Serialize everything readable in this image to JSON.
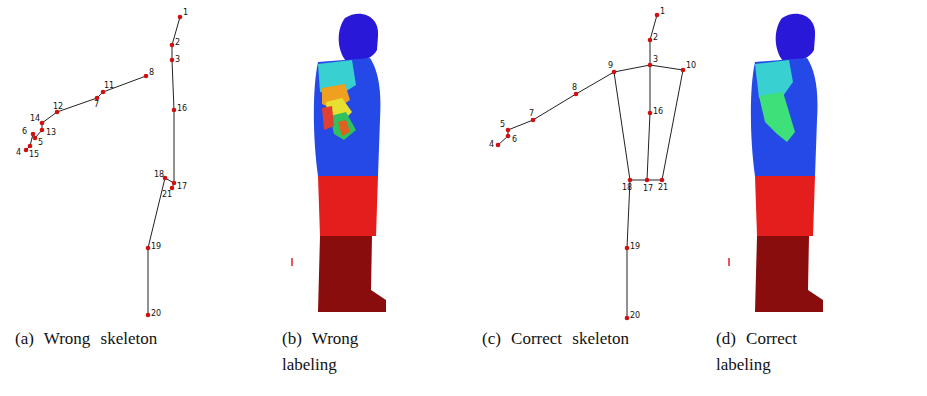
{
  "diagram": {
    "labels": [
      "1",
      "2",
      "3",
      "8",
      "11",
      "7",
      "12",
      "14",
      "13",
      "6",
      "5",
      "4",
      "15",
      "16",
      "18",
      "17",
      "21",
      "19",
      "20",
      "(a) Wrong skeleton",
      "(b) Wrong labeling",
      "1",
      "2",
      "3",
      "9",
      "10",
      "8",
      "7",
      "5",
      "6",
      "4",
      "16",
      "18",
      "17",
      "21",
      "19",
      "20",
      "(c) Correct skeleton",
      "(d) Correct labeling"
    ]
  }
}
